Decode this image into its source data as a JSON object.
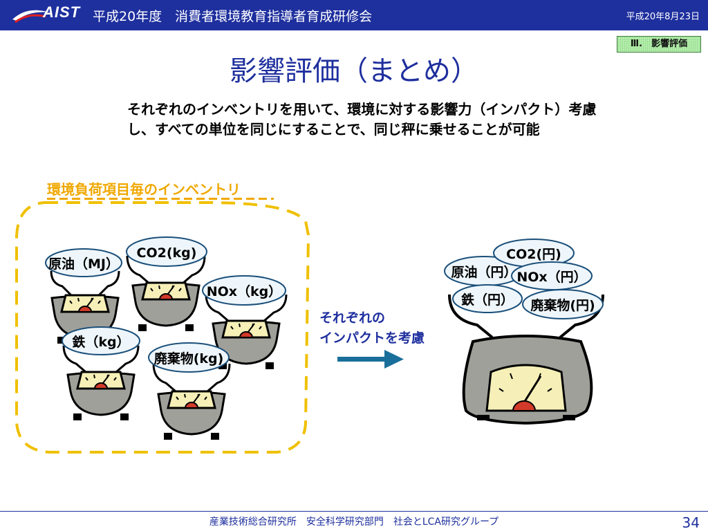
{
  "header": {
    "logo_text": "AIST",
    "title": "平成20年度　消費者環境教育指導者育成研修会",
    "date": "平成20年8月23日"
  },
  "section_tag": "Ⅲ.　影響評価",
  "slide_title": "影響評価（まとめ）",
  "description": "それぞれのインベントリを用いて、環境に対する影響力（インパクト）考慮し、すべての単位を同じにすることで、同じ秤に乗せることが可能",
  "inventory_box": {
    "label": "環境負荷項目毎のインベントリ",
    "scales": [
      {
        "id": "crude",
        "label": "原油（MJ）"
      },
      {
        "id": "co2",
        "label": "CO2(kg)"
      },
      {
        "id": "nox",
        "label": "NOx（kg）"
      },
      {
        "id": "iron",
        "label": "鉄（kg）"
      },
      {
        "id": "waste",
        "label": "廃棄物(kg)"
      }
    ]
  },
  "impact_label": [
    "それぞれの",
    "インパクトを考慮"
  ],
  "combined_scale": {
    "labels": [
      {
        "id": "co2",
        "label": "CO2(円)"
      },
      {
        "id": "crude",
        "label": "原油（円）"
      },
      {
        "id": "nox",
        "label": "NOx（円）"
      },
      {
        "id": "iron",
        "label": "鉄（円）"
      },
      {
        "id": "waste",
        "label": "廃棄物(円)"
      }
    ]
  },
  "footer": {
    "text": "産業技術総合研究所　安全科学研究部門　社会とLCA研究グループ",
    "page_number": "34"
  },
  "colors": {
    "brand_blue": "#1e2f9e",
    "inventory_yellow": "#f0a800",
    "arrow_blue": "#1a6f9a",
    "scale_gray": "#a0a09a",
    "dial_cream": "#f6f0b8",
    "needle_red": "#d23a2a"
  }
}
